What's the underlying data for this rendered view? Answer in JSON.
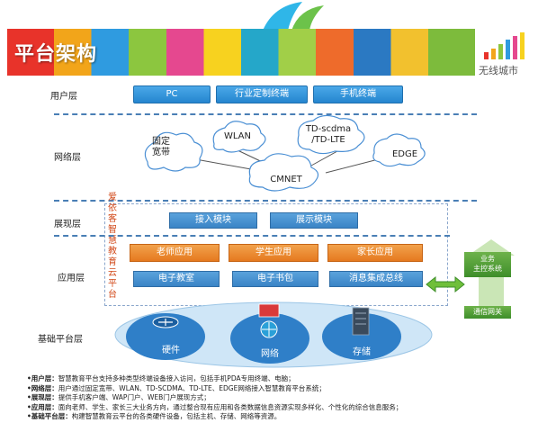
{
  "banner": {
    "title": "平台架构"
  },
  "logo": {
    "text": "无线城市"
  },
  "layers": {
    "user": "用户层",
    "network": "网络层",
    "presentation": "展现层",
    "application": "应用层",
    "base": "基础平台层"
  },
  "user_terminals": [
    "PC",
    "行业定制终端",
    "手机终端"
  ],
  "clouds": {
    "fixed": "固定\n宽带",
    "wlan": "WLAN",
    "td": "TD-scdma\n/TD-LTE",
    "edge": "EDGE",
    "cmnet": "CMNET"
  },
  "platform_name": "爱依客智慧教育云平台",
  "presentation_modules": [
    "接入模块",
    "展示模块"
  ],
  "apps_row1": [
    "老师应用",
    "学生应用",
    "家长应用"
  ],
  "apps_row2": [
    "电子教室",
    "电子书包",
    "消息集成总线"
  ],
  "side": {
    "top": "业务\n主控系统",
    "bottom": "通信网关"
  },
  "base_items": [
    "硬件",
    "网络",
    "存储"
  ],
  "notes": [
    {
      "k": "•用户层：",
      "v": "智慧教育平台支持多种类型终端设备接入访问，包括手机PDA专用终端、电脑；"
    },
    {
      "k": "•网络层：",
      "v": "用户通过固定宽带、WLAN、TD-SCDMA、TD-LTE、EDGE网络接入智慧教育平台系统；"
    },
    {
      "k": "•展现层：",
      "v": "提供手机客户端、WAP门户、WEB门户展现方式；"
    },
    {
      "k": "•应用层：",
      "v": "面向老师、学生、家长三大业务方向，通过整合现有应用和各类数据信息资源实现多样化、个性化的综合信息服务；"
    },
    {
      "k": "•基础平台层：",
      "v": "构建智慧教育云平台的各类硬件设备，包括主机、存储、网络等资源。"
    }
  ],
  "colors": {
    "accent_blue": "#2585cf",
    "accent_orange": "#e5791f",
    "accent_green": "#3e8e2a",
    "dash": "#4a7fb5"
  }
}
